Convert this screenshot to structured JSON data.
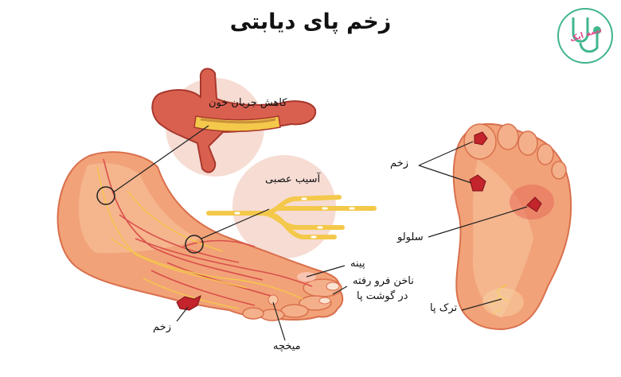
{
  "title": "زخم پای دیابتی",
  "logo_text": "بیمه ایک",
  "labels": {
    "reduced_blood_flow": "کاهش جریان خون",
    "nerve_damage": "آسیب عصبی",
    "callus": "پینه",
    "ingrown_nail_line1": "ناخن فرو رفته",
    "ingrown_nail_line2": "در گوشت پا",
    "corn": "میخچه",
    "ulcer_left": "زخم",
    "ulcer_right": "زخم",
    "cellulitis": "سلولو",
    "heel_crack": "ترک پا"
  },
  "colors": {
    "skin": "#f2a278",
    "skin_light": "#f8c49f",
    "skin_dark": "#d9704d",
    "vessel": "#d9504c",
    "nerve": "#f4c84a",
    "wound": "#c4242c",
    "bubble": "#f6d9d1",
    "logo_green": "#41b58c"
  }
}
